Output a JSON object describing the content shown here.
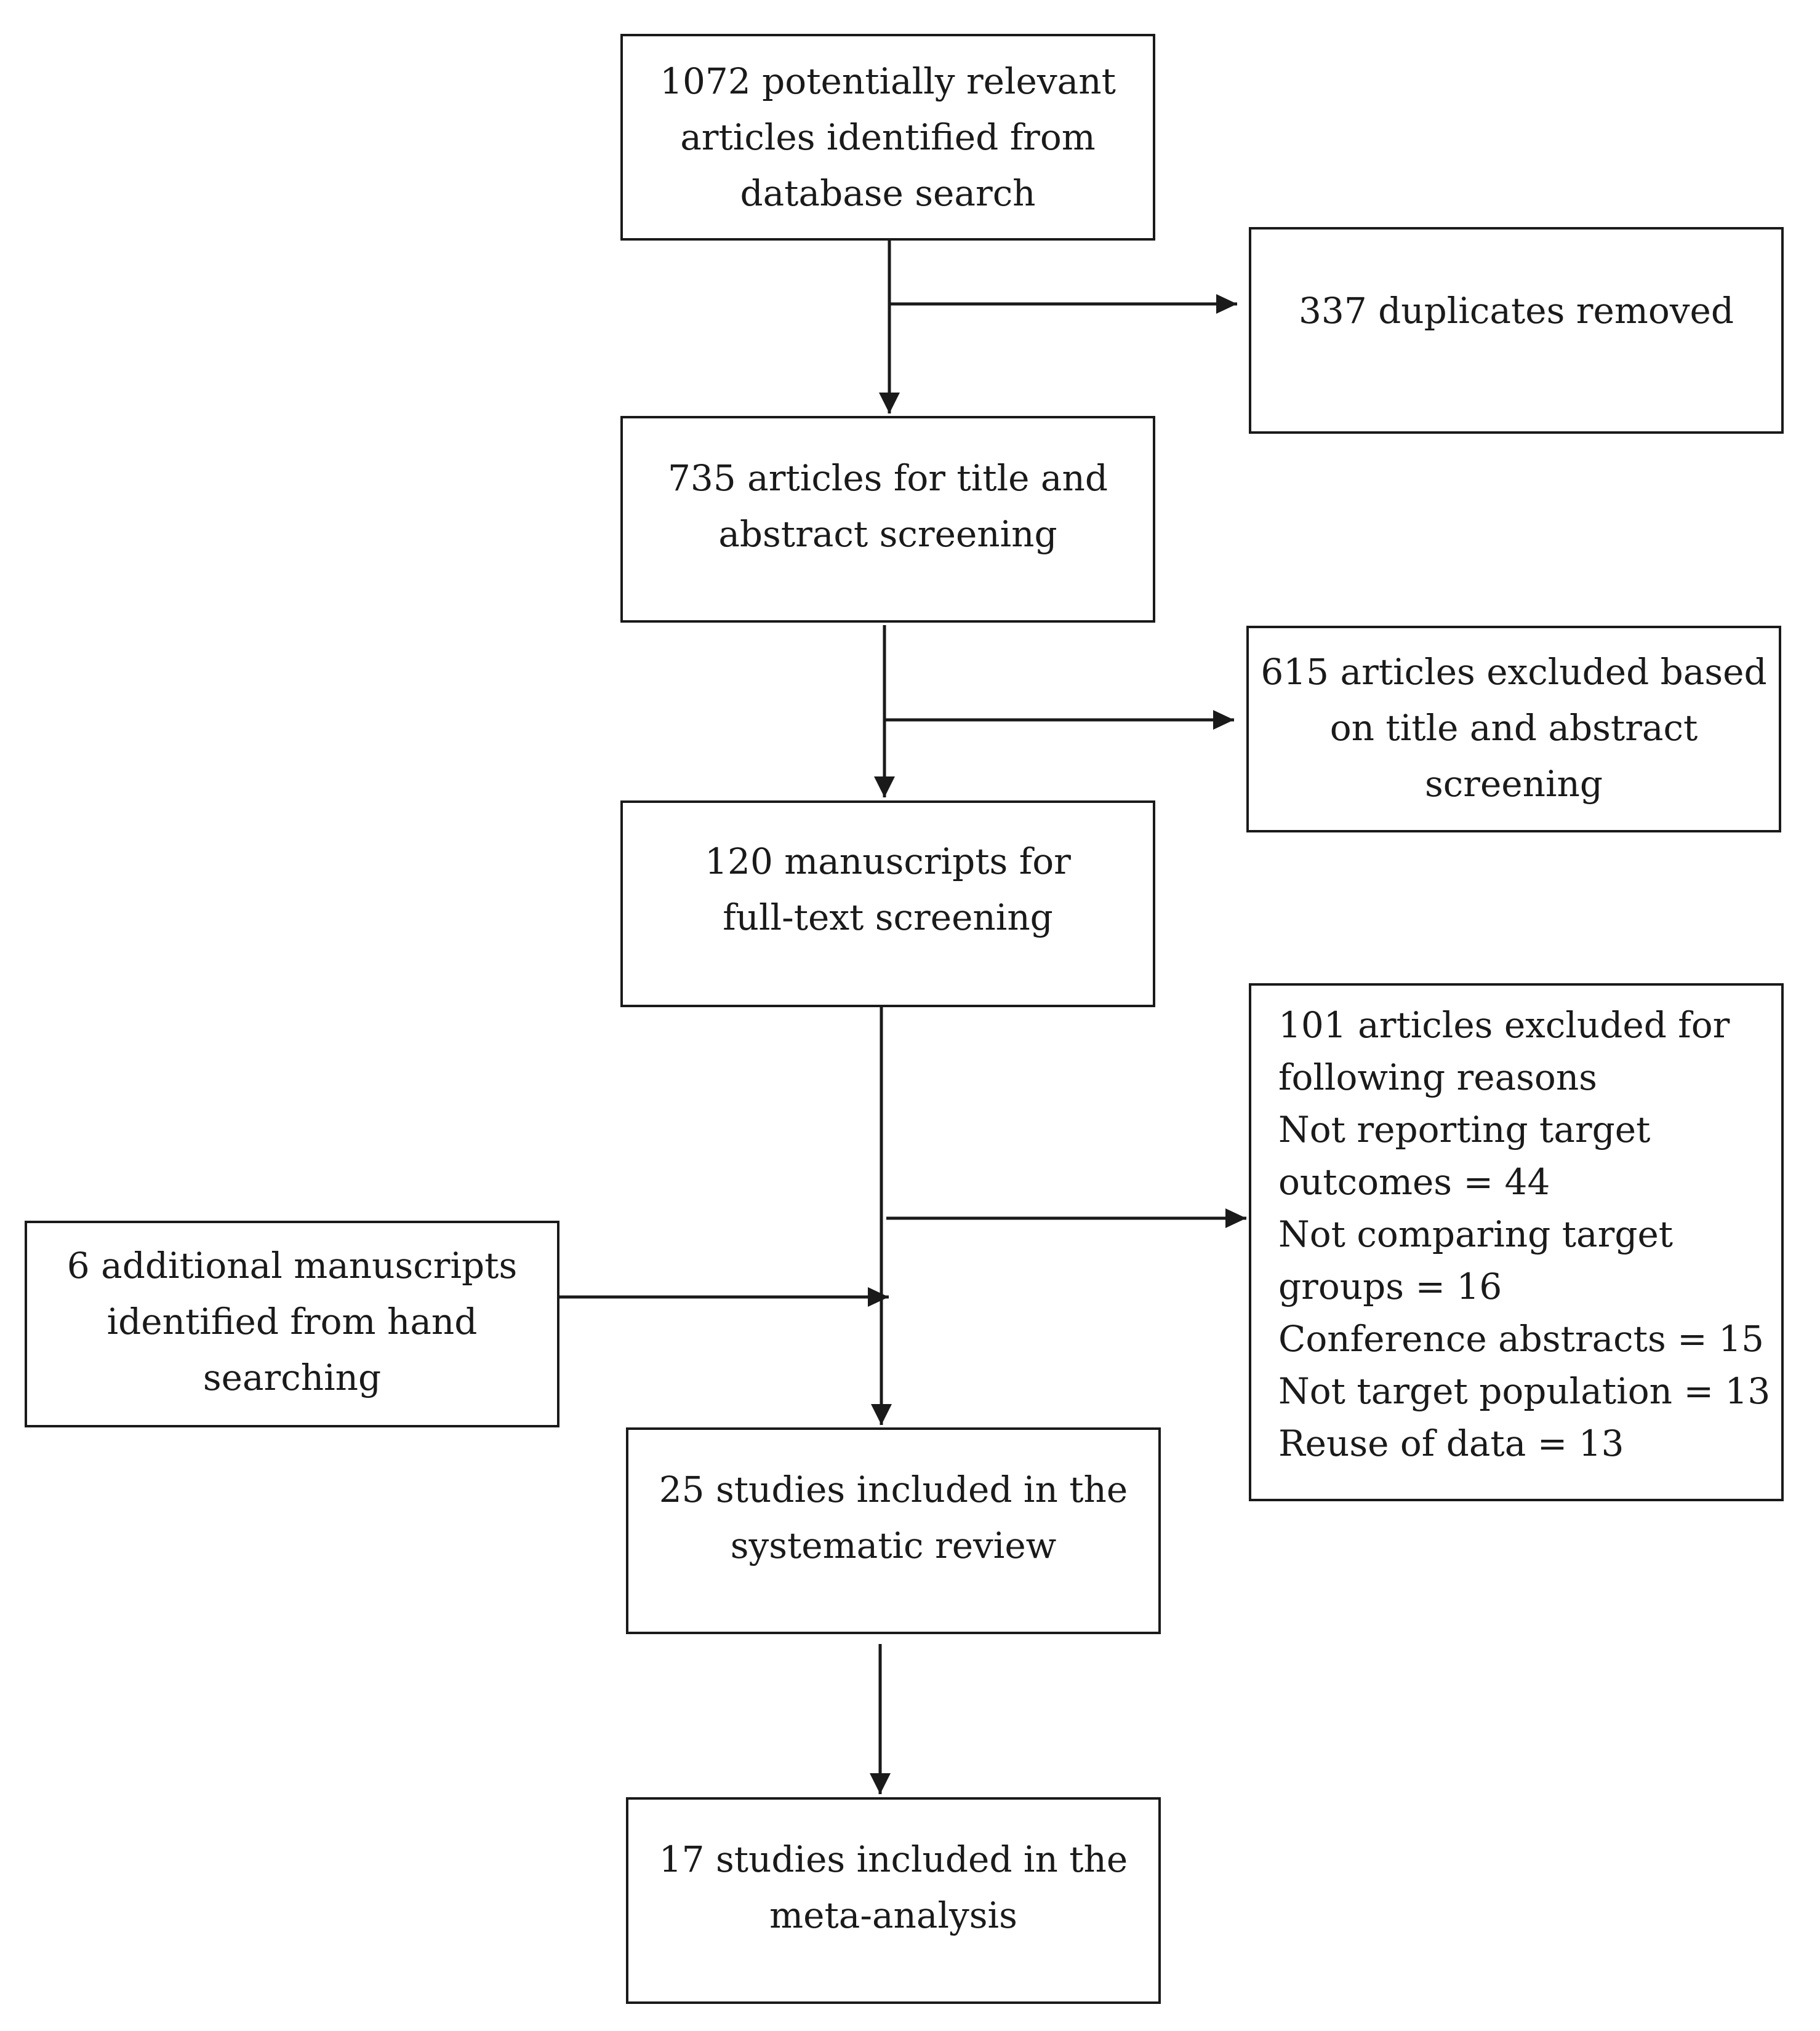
{
  "diagram": {
    "type": "flowchart",
    "nodes": {
      "identified": {
        "lines": [
          "1072 potentially relevant",
          "articles identified from",
          "database search"
        ]
      },
      "duplicates": {
        "lines": [
          "337 duplicates removed"
        ]
      },
      "screening": {
        "lines": [
          "735 articles for title and",
          "abstract screening"
        ]
      },
      "excluded_title": {
        "lines": [
          "615 articles excluded based",
          "on title and abstract",
          "screening"
        ]
      },
      "fulltext": {
        "lines": [
          "120 manuscripts for",
          "full-text screening"
        ]
      },
      "excluded_reasons": {
        "lines": [
          "101 articles excluded for",
          "following reasons",
          "Not reporting target",
          "outcomes = 44",
          "Not comparing target",
          "groups = 16",
          "Conference abstracts = 15",
          "Not target population = 13",
          "Reuse of data = 13"
        ]
      },
      "hand_search": {
        "lines": [
          "6 additional manuscripts",
          "identified from hand",
          "searching"
        ]
      },
      "systematic": {
        "lines": [
          "25 studies included in the",
          "systematic review"
        ]
      },
      "meta": {
        "lines": [
          "17 studies included in the",
          "meta-analysis"
        ]
      }
    },
    "edges": [
      {
        "from": "identified",
        "to": "screening"
      },
      {
        "from": "identified",
        "to": "duplicates"
      },
      {
        "from": "screening",
        "to": "fulltext"
      },
      {
        "from": "screening",
        "to": "excluded_title"
      },
      {
        "from": "fulltext",
        "to": "systematic"
      },
      {
        "from": "fulltext",
        "to": "excluded_reasons"
      },
      {
        "from": "hand_search",
        "to": "systematic"
      },
      {
        "from": "systematic",
        "to": "meta"
      }
    ],
    "colors": {
      "stroke": "#1a1a1a",
      "background": "#ffffff"
    }
  }
}
